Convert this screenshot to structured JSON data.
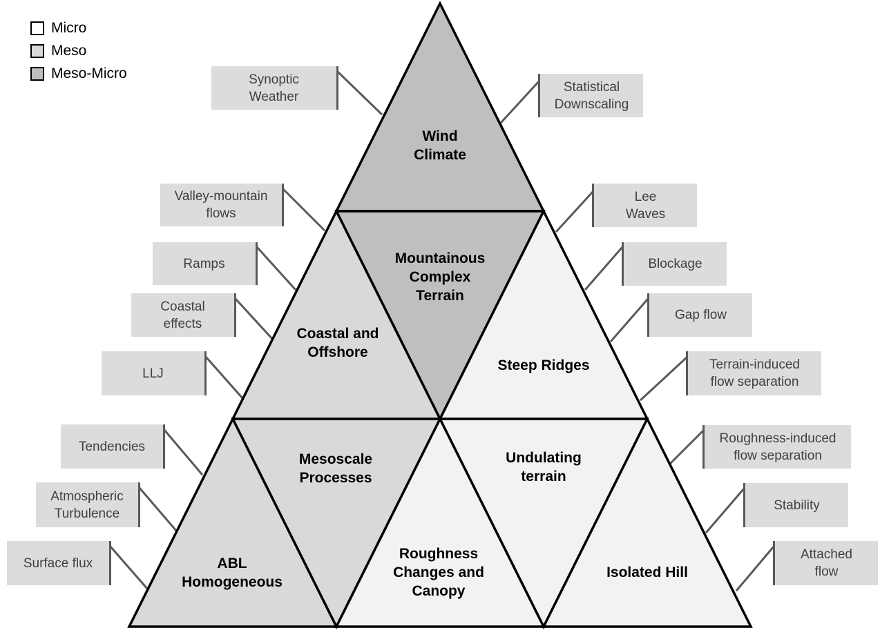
{
  "legend": [
    {
      "label": "Micro",
      "color": "#f2f2f2"
    },
    {
      "label": "Meso",
      "color": "#d9d9d9"
    },
    {
      "label": "Meso-Micro",
      "color": "#bfbfbf"
    }
  ],
  "colors": {
    "micro": "#f2f2f2",
    "meso": "#d9d9d9",
    "meso_micro": "#bfbfbf",
    "callout_bg": "#dcdcdc",
    "connector": "#595959"
  },
  "cells": {
    "wind_climate": "Wind\nClimate",
    "mountainous": "Mountainous\nComplex\nTerrain",
    "coastal": "Coastal and\nOffshore",
    "steep_ridges": "Steep Ridges",
    "mesoscale": "Mesoscale\nProcesses",
    "undulating": "Undulating\nterrain",
    "abl": "ABL\nHomogeneous",
    "roughness": "Roughness\nChanges and\nCanopy",
    "isolated_hill": "Isolated Hill"
  },
  "left_callouts": [
    "Synoptic\nWeather",
    "Valley-mountain\nflows",
    "Ramps",
    "Coastal\neffects",
    "LLJ",
    "Tendencies",
    "Atmospheric\nTurbulence",
    "Surface flux"
  ],
  "right_callouts": [
    "Statistical\nDownscaling",
    "Lee\nWaves",
    "Blockage",
    "Gap flow",
    "Terrain-induced\nflow separation",
    "Roughness-induced\nflow separation",
    "Stability",
    "Attached\nflow"
  ]
}
